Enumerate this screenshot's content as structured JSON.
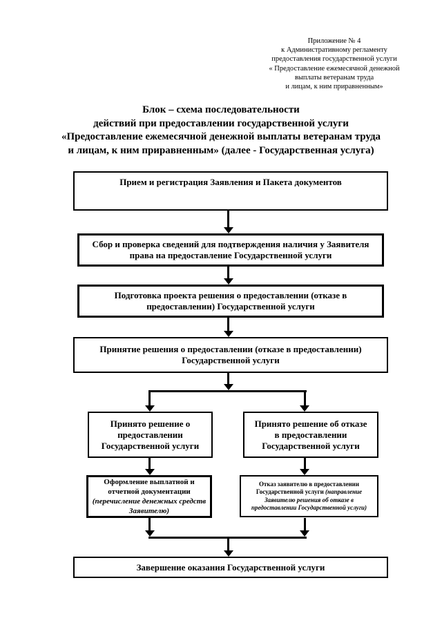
{
  "colors": {
    "ink": "#000000",
    "paper": "#ffffff"
  },
  "header": {
    "annotation": "Приложение № 4\nк Административному регламенту\nпредоставления государственной услуги\n« Предоставление ежемесячной денежной\nвыплаты ветеранам труда\nи лицам, к ним приравненным»",
    "title": "Блок – схема последовательности\nдействий при предоставлении государственной услуги\n«Предоставление ежемесячной денежной выплаты ветеранам труда\nи лицам, к ним приравненным» (далее - Государственная услуга)"
  },
  "flowchart": {
    "step_reception": "Прием и регистрация Заявления и Пакета документов",
    "step_verification": "Сбор и проверка сведений для подтверждения наличия у Заявителя\nправа  на предоставление Государственной услуги",
    "step_draft_decision": "Подготовка проекта решения о предоставлении (отказе в\nпредоставлении) Государственной услуги",
    "step_decision": "Принятие решения о предоставлении (отказе в предоставлении)\nГосударственной услуги",
    "branch_granted": "Принято решение о\nпредоставлении\nГосударственной услуги",
    "branch_refused": "Принято решение об отказе\nв  предоставлении\nГосударственной услуги",
    "granted_detail_main": "Оформление выплатной и\nотчетной документации",
    "granted_detail_note": "(перечисление денежных средств\nЗаявителю)",
    "refused_detail_main": "Отказ заявителю в предоставлении Государственной услуги ",
    "refused_detail_note": "(направление Заявителю решения об отказе в предоставлении Государственной услуги)",
    "step_completion": "Завершение оказания Государственной услуги"
  }
}
